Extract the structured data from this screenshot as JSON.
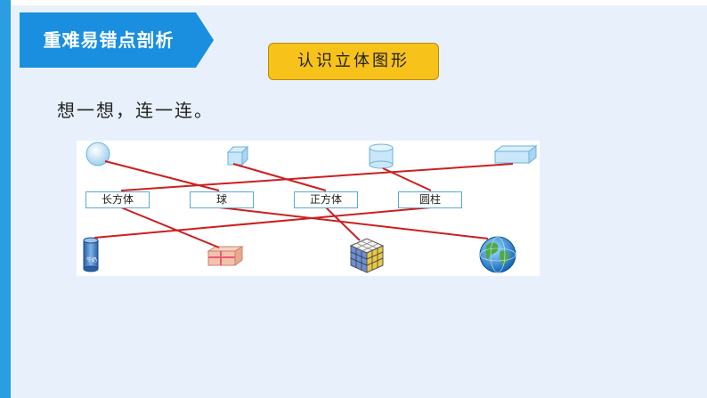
{
  "banner": {
    "title": "重难易错点剖析"
  },
  "topic": {
    "label": "认识立体图形"
  },
  "instruction": {
    "text": "想一想，连一连。"
  },
  "exercise": {
    "words": [
      "长方体",
      "球",
      "正方体",
      "圆柱"
    ],
    "top_shapes": [
      "sphere-icon",
      "cube-icon",
      "cylinder-icon",
      "cuboid-icon"
    ],
    "bottom_objects": [
      {
        "icon": "milk-can-icon",
        "label": "牛奶"
      },
      {
        "icon": "gift-box-icon"
      },
      {
        "icon": "rubiks-cube-icon"
      },
      {
        "icon": "globe-icon"
      }
    ],
    "line_color": "#cc1f1f",
    "box_border_color": "#5aa9d6"
  },
  "colors": {
    "accent": "#2a9ee0",
    "banner": "#1a8fe0",
    "badge": "#f7c21a",
    "background": "#e8f1fb"
  }
}
